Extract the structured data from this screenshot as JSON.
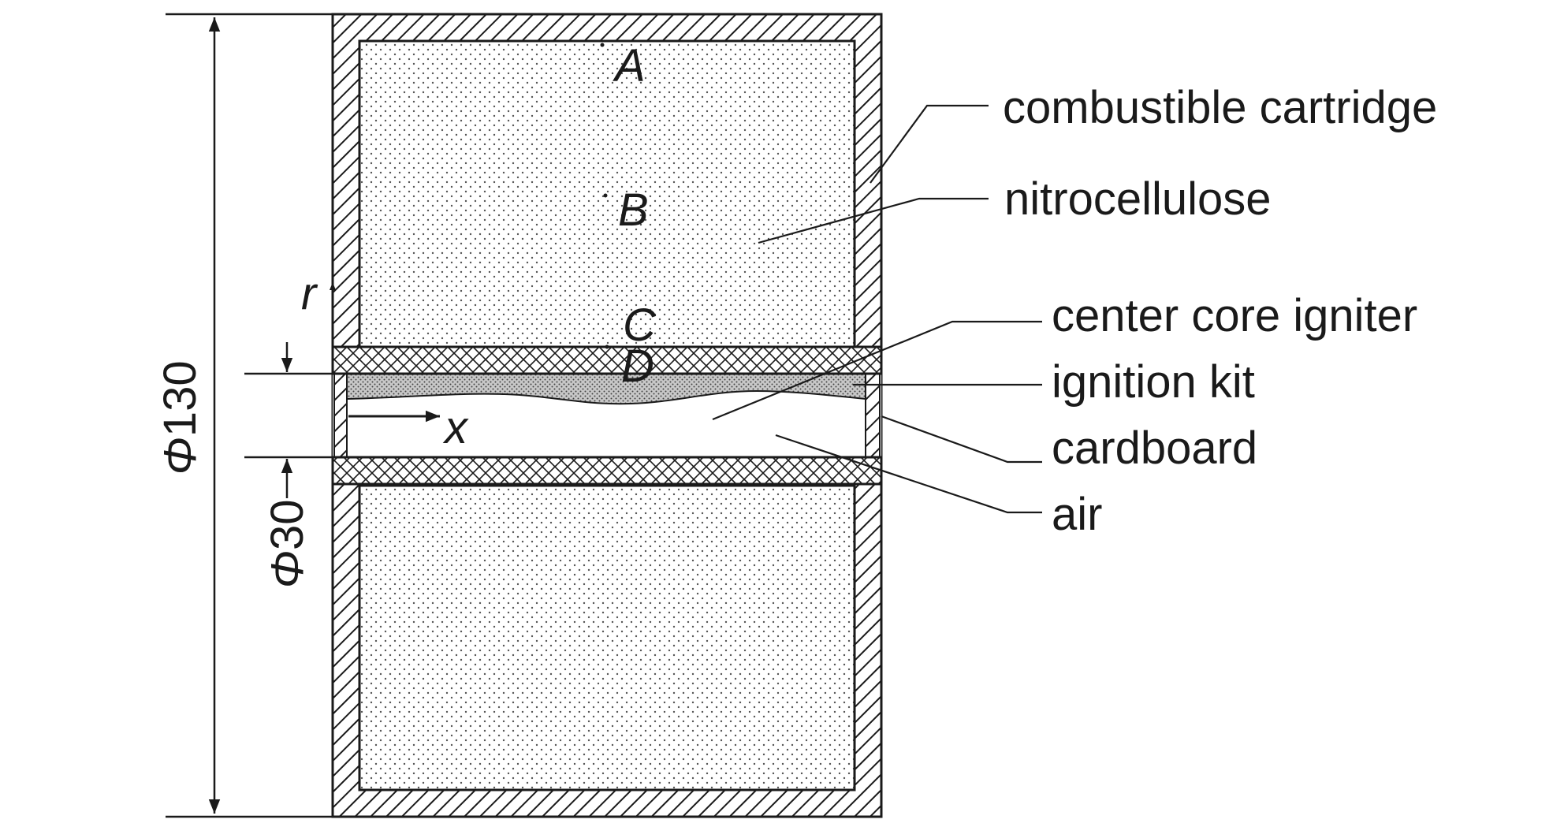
{
  "labels": {
    "combustible_cartridge": "combustible cartridge",
    "nitrocellulose": "nitrocellulose",
    "center_core_igniter": "center core igniter",
    "ignition_kit": "ignition kit",
    "cardboard": "cardboard",
    "air": "air"
  },
  "points": {
    "a": "A",
    "b": "B",
    "c": "C",
    "d": "D"
  },
  "axes": {
    "r": "r",
    "x": "x"
  },
  "dimensions": {
    "outer": {
      "symbol": "Φ",
      "value": "130"
    },
    "inner": {
      "symbol": "Φ",
      "value": "30"
    }
  },
  "colors": {
    "stroke": "#1a1a1a",
    "background": "#ffffff",
    "stipple": "#555555",
    "kit_fill": "#c8c8c8"
  }
}
